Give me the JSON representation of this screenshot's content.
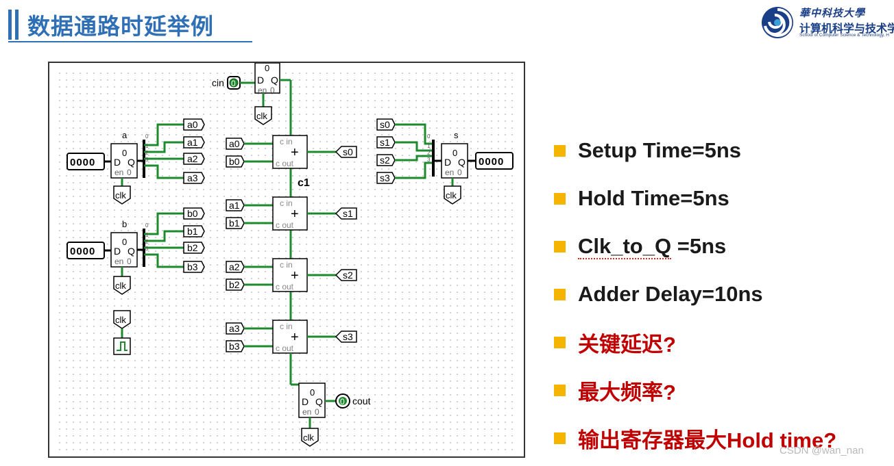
{
  "header": {
    "title": "数据通路时延举例"
  },
  "logo": {
    "line1": "華中科技大學",
    "line2": "计算机科学与技术学",
    "line3": "School of Computer Science & Technology, H"
  },
  "circuit": {
    "cin_label": "cin",
    "cout_label": "cout",
    "clk_label": "clk",
    "reg_a_label": "a",
    "reg_b_label": "b",
    "reg_s_label": "s",
    "reg_value": "0000",
    "bit_value": "0",
    "d_label": "D",
    "q_label": "Q",
    "en_label": "en",
    "cin_port": "c in",
    "cout_port": "c out",
    "plus": "+",
    "c1_label": "c1",
    "a_bits": [
      "a0",
      "a1",
      "a2",
      "a3"
    ],
    "b_bits": [
      "b0",
      "b1",
      "b2",
      "b3"
    ],
    "s_bits": [
      "s0",
      "s1",
      "s2",
      "s3"
    ],
    "split_idx": [
      "0",
      "1",
      "2",
      "3"
    ]
  },
  "bullets": [
    {
      "text": "Setup Time=5ns",
      "color": "#1a1a1a"
    },
    {
      "text": "Hold Time=5ns",
      "color": "#1a1a1a"
    },
    {
      "text_pre": "Clk_to_Q",
      "text_post": " =5ns",
      "color": "#1a1a1a"
    },
    {
      "text": "Adder Delay=10ns",
      "color": "#1a1a1a"
    },
    {
      "text": "关键延迟?",
      "color": "#c00000"
    },
    {
      "text": "最大频率?",
      "color": "#c00000"
    },
    {
      "text": "输出寄存器最大Hold time?",
      "color": "#c00000"
    }
  ],
  "bullet_color": "#f5b400",
  "accent_color": "#2f6fb6",
  "wire_color": "#1e8a2e",
  "watermark": "CSDN @wan_nan"
}
